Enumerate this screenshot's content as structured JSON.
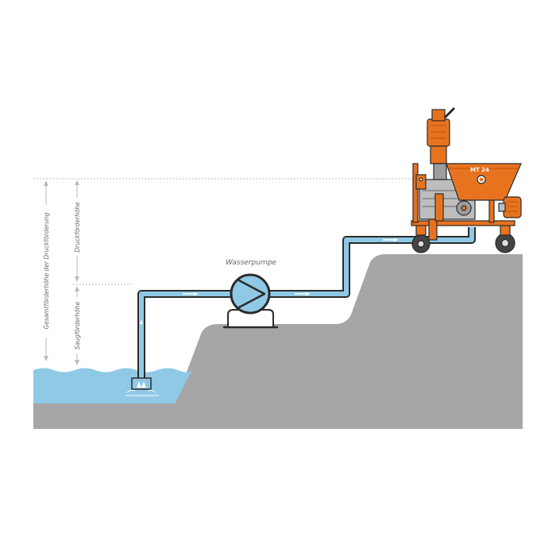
{
  "labels": {
    "pump": "Wasserpumpe",
    "total_head": "Gesamtförderhöhe der Druckförderung",
    "delivery_head": "Druckförderhöhe",
    "suction_head": "Saugförderhöhe",
    "machine_model": "MT 24"
  },
  "colors": {
    "ground": "#a6a6a6",
    "water": "#8fc9e6",
    "pipe": "#8fc9e6",
    "pipe_outline": "#2b2b2b",
    "machine_orange": "#e8731f",
    "dimension_line": "#bbbbbb",
    "label_text": "#666666"
  },
  "icons": {
    "pump": "centrifugal-pump-icon",
    "machine": "plastering-machine-icon",
    "flow_arrow": "arrow-right-icon"
  }
}
